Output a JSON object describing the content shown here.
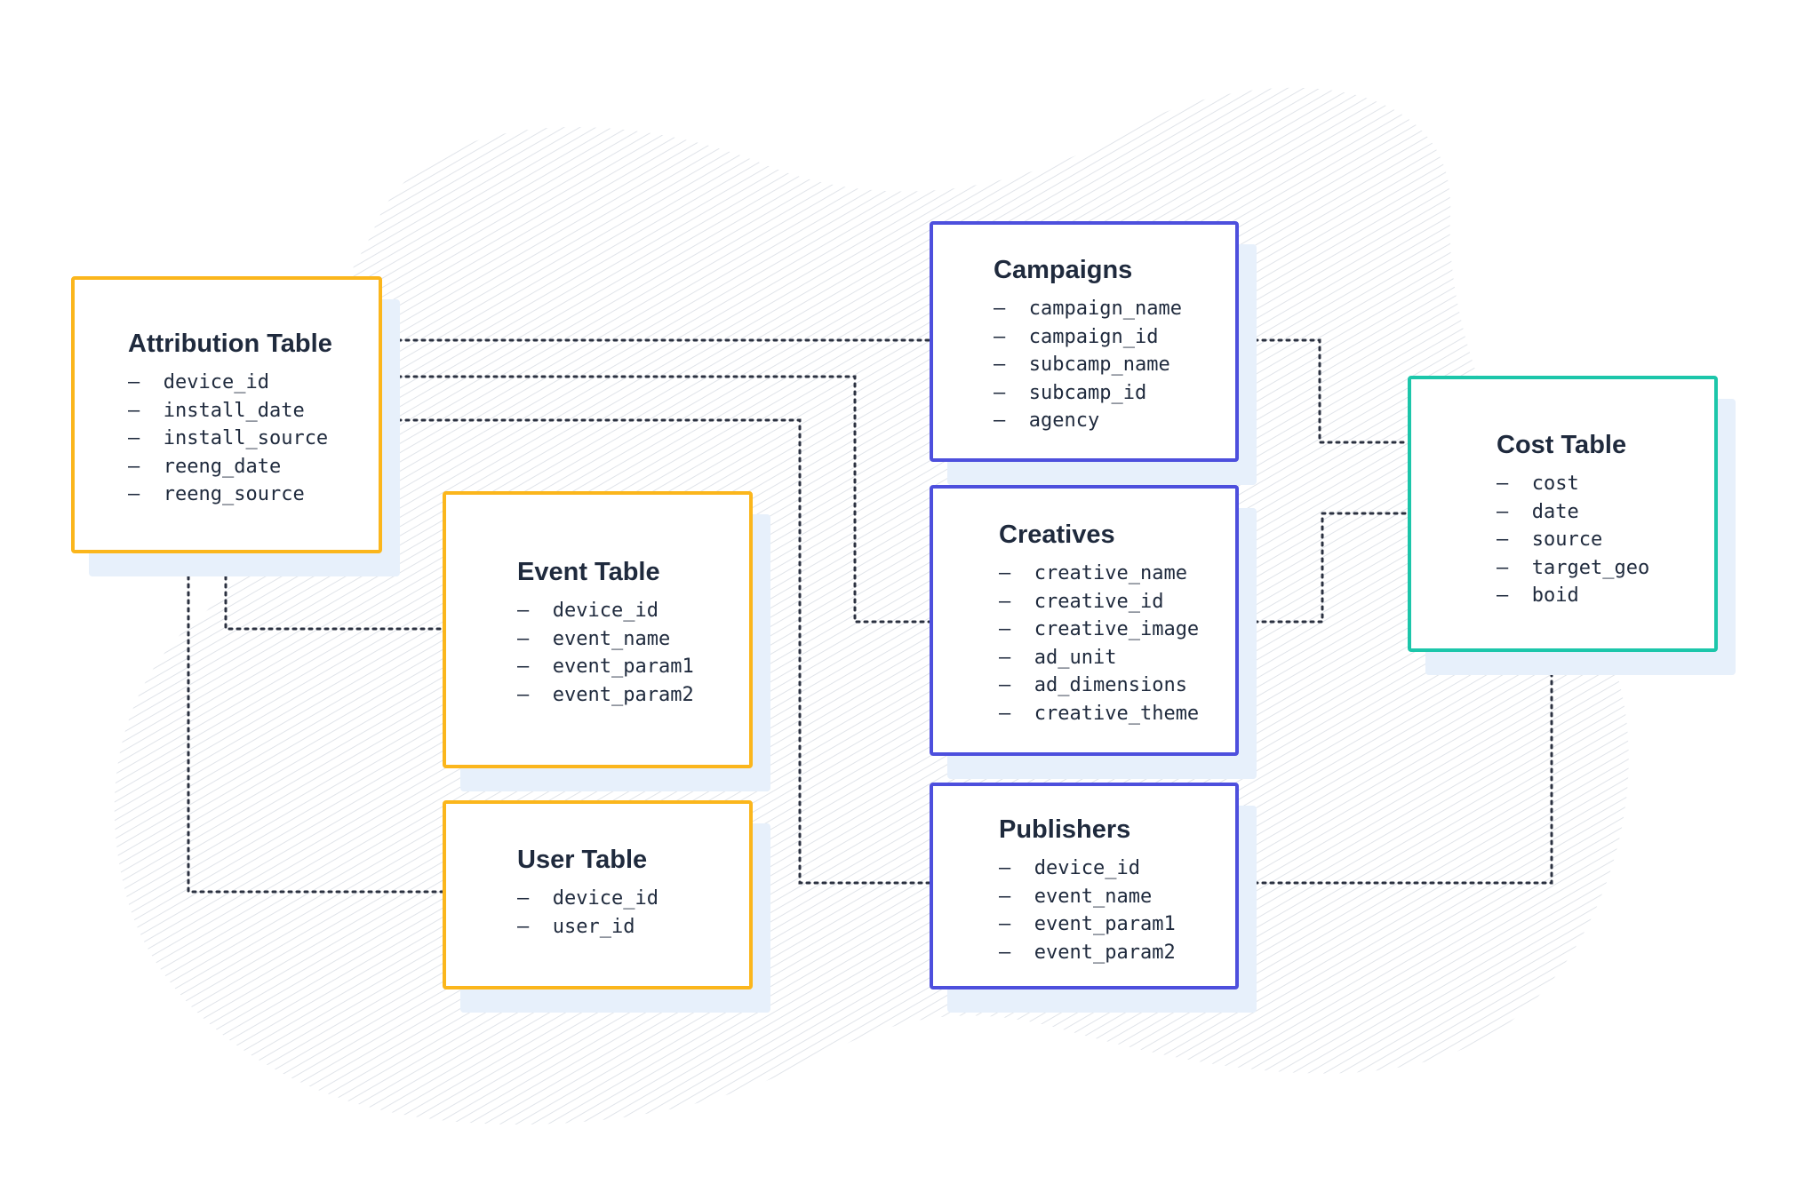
{
  "colors": {
    "source_table_border": "#fbb61c",
    "dimension_table_border": "#4d4fdd",
    "cost_table_border": "#1cc6aa",
    "shadow": "#e7f0fb",
    "connector": "#2b3140",
    "text": "#1f2a3d",
    "hatch": "#d9dde4"
  },
  "tables": {
    "attribution": {
      "title": "Attribution Table",
      "fields": [
        "device_id",
        "install_date",
        "install_source",
        "reeng_date",
        "reeng_source"
      ]
    },
    "event": {
      "title": "Event Table",
      "fields": [
        "device_id",
        "event_name",
        "event_param1",
        "event_param2"
      ]
    },
    "user": {
      "title": "User Table",
      "fields": [
        "device_id",
        "user_id"
      ]
    },
    "campaigns": {
      "title": "Campaigns",
      "fields": [
        "campaign_name",
        "campaign_id",
        "subcamp_name",
        "subcamp_id",
        "agency"
      ]
    },
    "creatives": {
      "title": "Creatives",
      "fields": [
        "creative_name",
        "creative_id",
        "creative_image",
        "ad_unit",
        "ad_dimensions",
        "creative_theme"
      ]
    },
    "publishers": {
      "title": "Publishers",
      "fields": [
        "device_id",
        "event_name",
        "event_param1",
        "event_param2"
      ]
    },
    "cost": {
      "title": "Cost Table",
      "fields": [
        "cost",
        "date",
        "source",
        "target_geo",
        "boid"
      ]
    }
  }
}
